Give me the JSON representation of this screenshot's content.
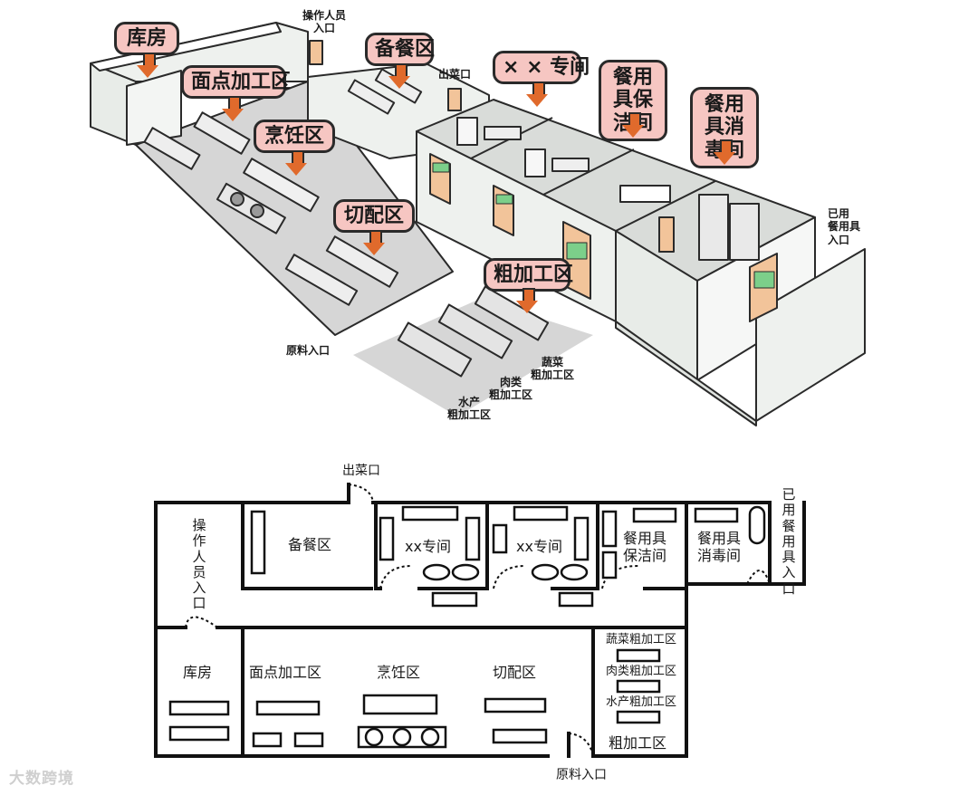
{
  "iso": {
    "tags": {
      "kufang": "库房",
      "mian": "面点加工区",
      "pengren": "烹饪区",
      "qiepei": "切配区",
      "beican": "备餐区",
      "zhuanjian": "× × 专间",
      "baojie": "餐用具保洁间",
      "xiaodu": "餐用具消毒间",
      "cujiagong": "粗加工区"
    },
    "labels": {
      "staff_entry": "操作人员\n入口",
      "serving": "出菜口",
      "used_dish": "已用\n餐用具\n入口",
      "raw_entry": "原料入口",
      "veg": "蔬菜\n粗加工区",
      "meat": "肉类\n粗加工区",
      "aqua": "水产\n粗加工区"
    }
  },
  "plan": {
    "serving": "出菜口",
    "staff_entry": "操作人员入口",
    "beican": "备餐区",
    "xx1": "xx专间",
    "xx2": "xx专间",
    "baojie": "餐用具\n保洁间",
    "xiaodu": "餐用具\n消毒间",
    "used_dish": "已用餐用具入口",
    "kufang": "库房",
    "mian": "面点加工区",
    "pengren": "烹饪区",
    "qiepei": "切配区",
    "veg": "蔬菜粗加工区",
    "meat": "肉类粗加工区",
    "aqua": "水产粗加工区",
    "cujiagong": "粗加工区",
    "raw_entry": "原料入口"
  },
  "watermark": "大数跨境",
  "colors": {
    "tag_fill": "#f6c6c2",
    "arrow": "#e06a2c",
    "wall": "#eef1ee",
    "floor": "#d8d8d8",
    "door": "#f2c49a"
  }
}
